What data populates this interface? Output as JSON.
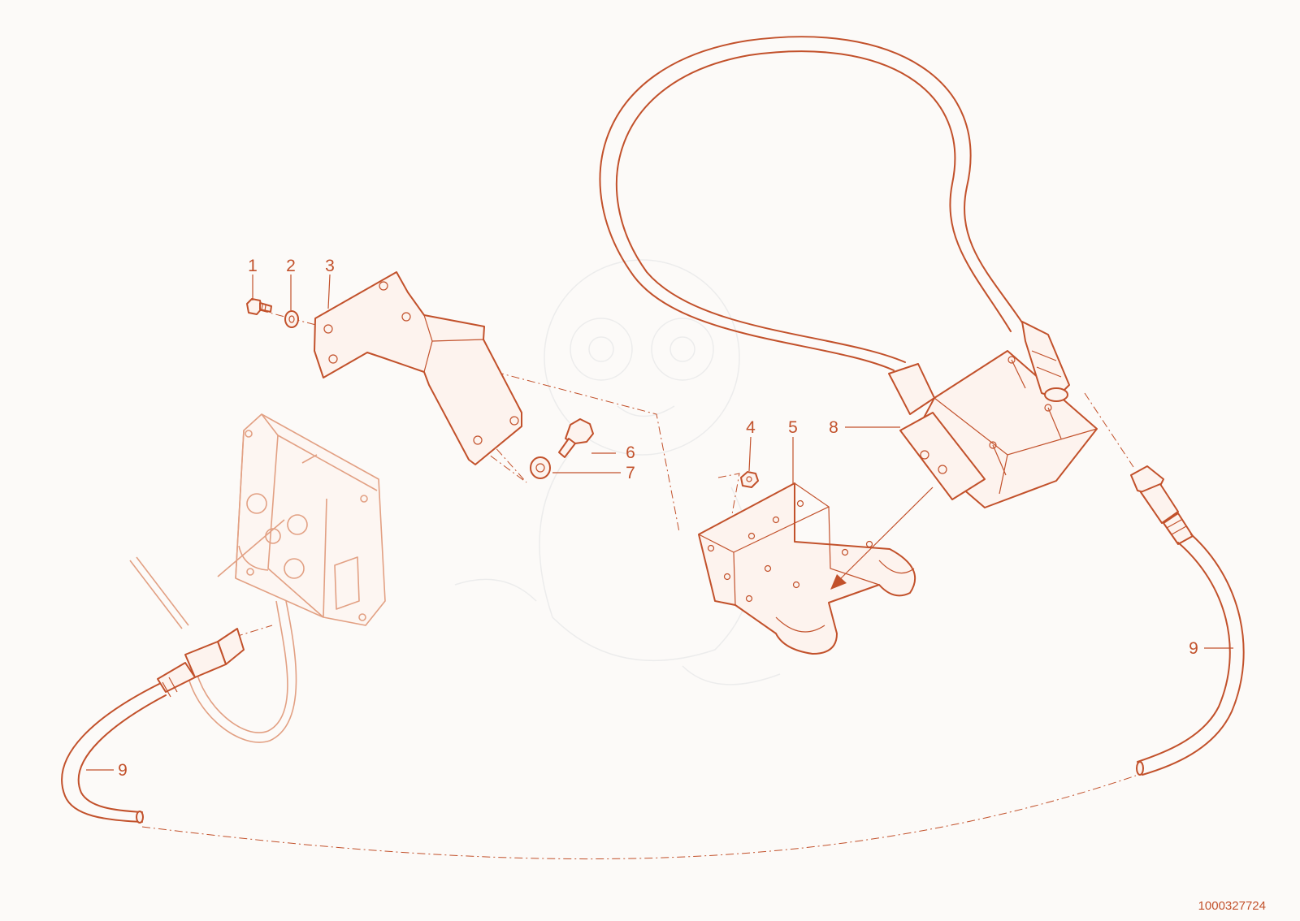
{
  "diagram": {
    "callouts": {
      "c1": "1",
      "c2": "2",
      "c3": "3",
      "c4": "4",
      "c5": "5",
      "c6": "6",
      "c7": "7",
      "c8": "8",
      "c9_left": "9",
      "c9_right": "9"
    },
    "drawing_number": "1000327724",
    "colors": {
      "line": "#c2512b",
      "faded_line": "#e2a083",
      "background": "#fcfaf8"
    }
  }
}
